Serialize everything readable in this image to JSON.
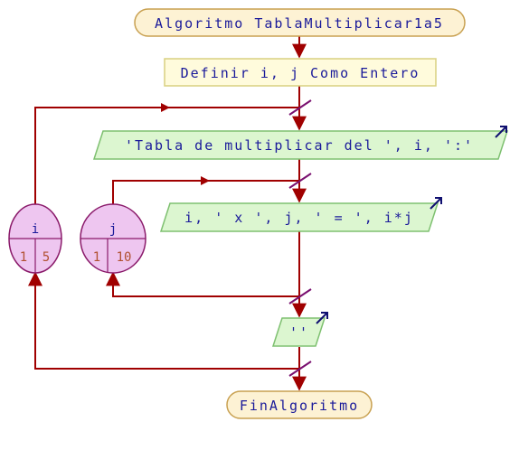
{
  "colors": {
    "flow_line": "#a00000",
    "text_blue": "#1a1a9a",
    "text_value": "#b05030",
    "loop_fill": "#eec6f0",
    "loop_stroke": "#8a1a6a",
    "terminal_fill": "#fdf2d4",
    "terminal_stroke": "#c8a050",
    "process_fill": "#fffbdc",
    "process_stroke": "#d8d080",
    "io_fill": "#dcf6d0",
    "io_stroke": "#7ec070",
    "output_arrow": "#101070",
    "junction_mark": "#7a1070"
  },
  "nodes": {
    "start": "Algoritmo TablaMultiplicar1a5",
    "define": "Definir i, j Como Entero",
    "write_header": "'Tabla de multiplicar del ', i, ':'",
    "write_row": "i, ' x ', j, ' = ', i*j",
    "write_blank": "''",
    "end": "FinAlgoritmo"
  },
  "loops": {
    "outer": {
      "var": "i",
      "from": "1",
      "to": "5"
    },
    "inner": {
      "var": "j",
      "from": "1",
      "to": "10"
    }
  }
}
